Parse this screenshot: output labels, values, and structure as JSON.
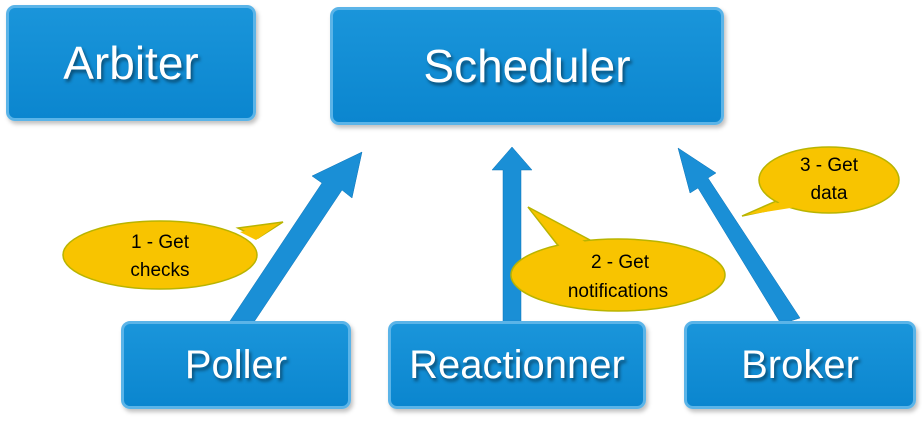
{
  "nodes": {
    "arbiter": "Arbiter",
    "scheduler": "Scheduler",
    "poller": "Poller",
    "reactionner": "Reactionner",
    "broker": "Broker"
  },
  "callouts": {
    "poller": {
      "line1": "1 - Get",
      "line2": "checks"
    },
    "reactionner": {
      "line1": "2 - Get",
      "line2": "notifications"
    },
    "broker": {
      "line1": "3 - Get",
      "line2": "data"
    }
  },
  "colors": {
    "box_fill": "#0f8bd3",
    "box_border": "#5bb4e8",
    "arrow": "#1a8fd6",
    "callout_fill": "#f8c400",
    "callout_border": "#b9b400"
  }
}
